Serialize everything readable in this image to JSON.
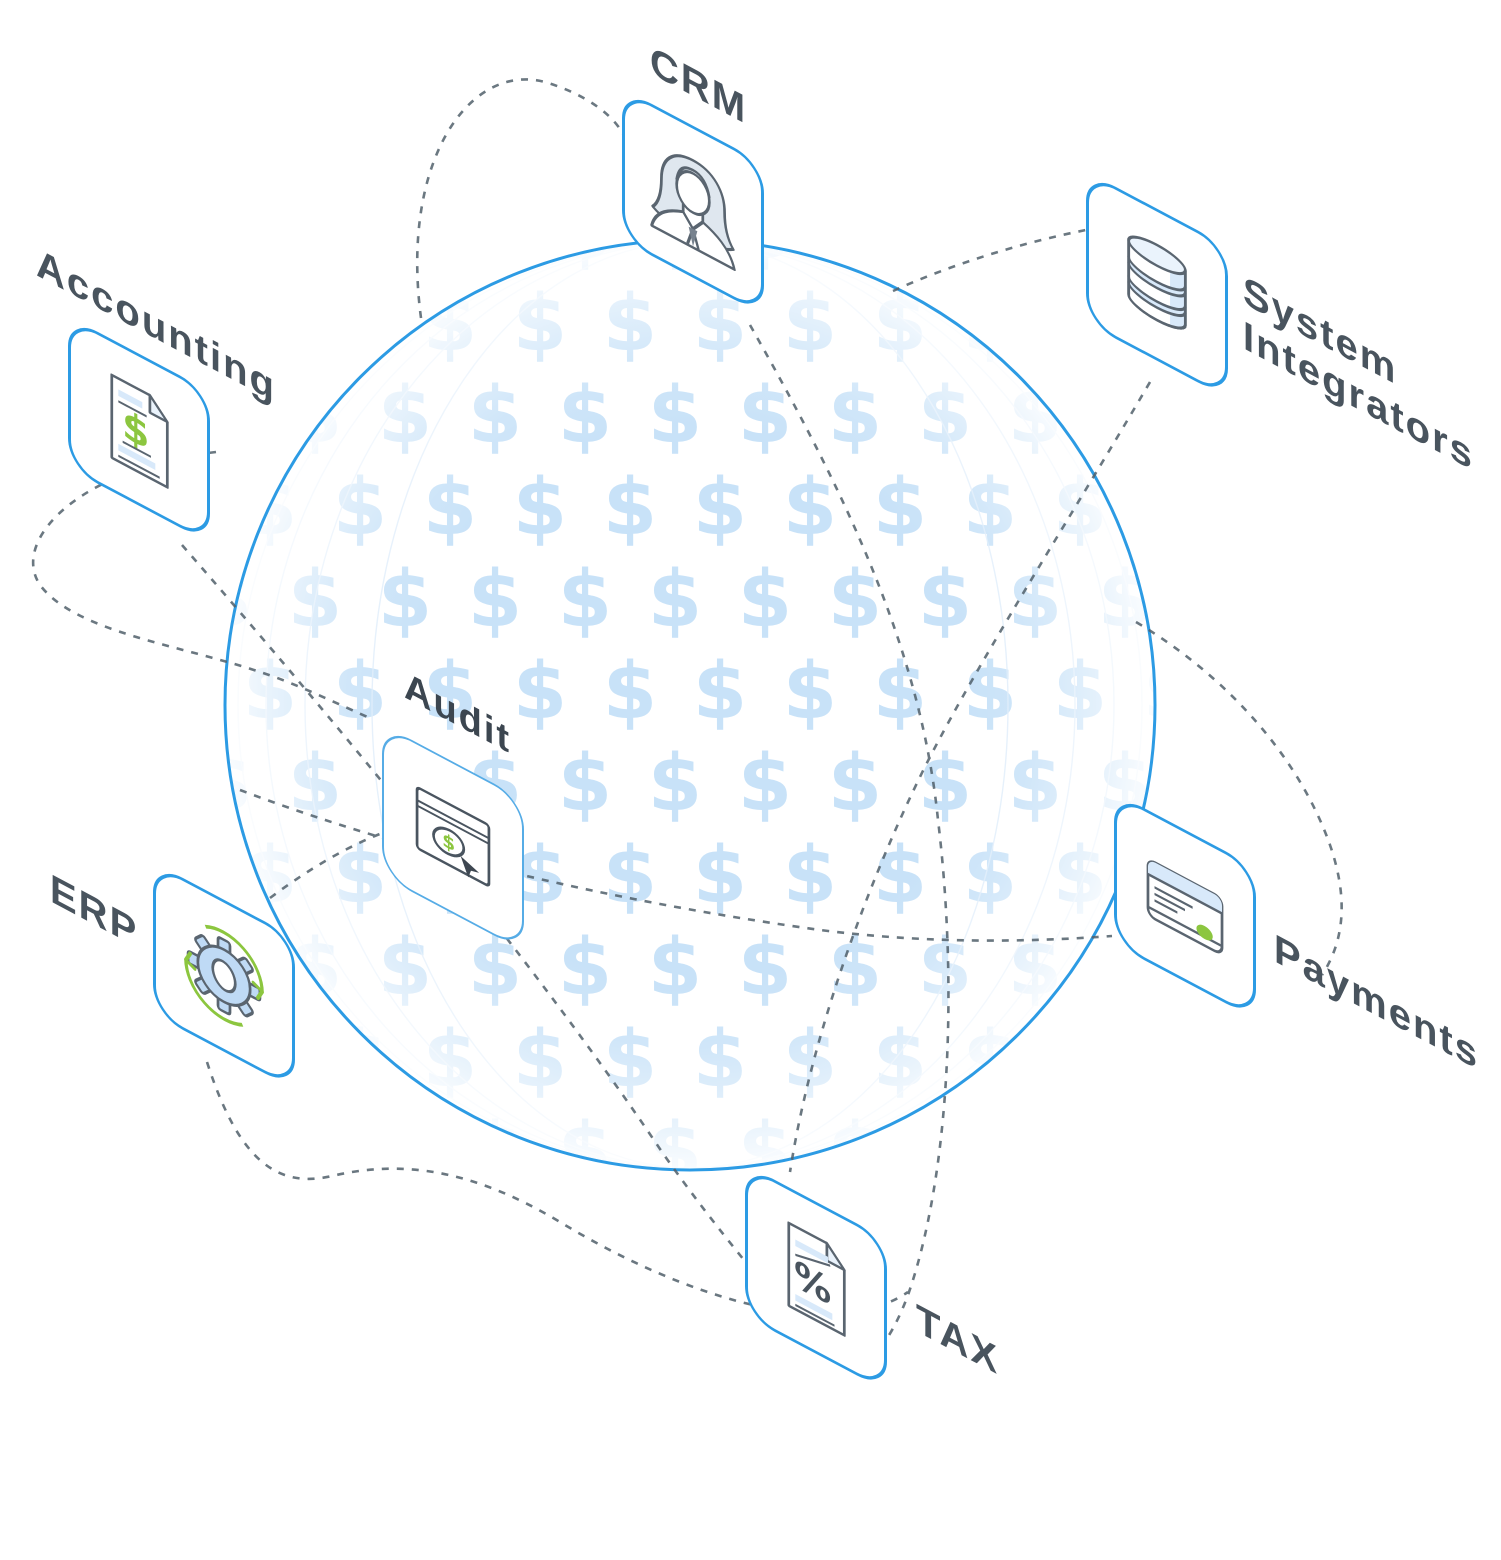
{
  "globe": {
    "symbol": "$",
    "outline_color": "#2C9BE4",
    "symbol_color": "#C8E2F8"
  },
  "colors": {
    "accent_blue": "#2C9BE4",
    "pattern_blue": "#C8E2F8",
    "label_gray": "#49545E",
    "audit_label_gray": "#3C4650",
    "green": "#8CC63F",
    "icon_stroke": "#5A6570",
    "icon_fill_blue": "#D8E9FA",
    "dash_gray": "#51606B"
  },
  "nodes": [
    {
      "id": "crm",
      "label": "CRM",
      "icon": "person-icon"
    },
    {
      "id": "system-integrators",
      "label": "System Integrators",
      "lines": [
        "System",
        "Integrators"
      ],
      "icon": "database-icon"
    },
    {
      "id": "accounting",
      "label": "Accounting",
      "icon": "dollar-document-icon"
    },
    {
      "id": "audit",
      "label": "Audit",
      "icon": "audit-monitor-icon"
    },
    {
      "id": "erp",
      "label": "ERP",
      "icon": "gear-sync-icon"
    },
    {
      "id": "payments",
      "label": "Payments",
      "icon": "credit-card-icon"
    },
    {
      "id": "tax",
      "label": "TAX",
      "icon": "percent-document-icon"
    }
  ],
  "glyphs": {
    "dollar": "$",
    "percent": "%"
  }
}
